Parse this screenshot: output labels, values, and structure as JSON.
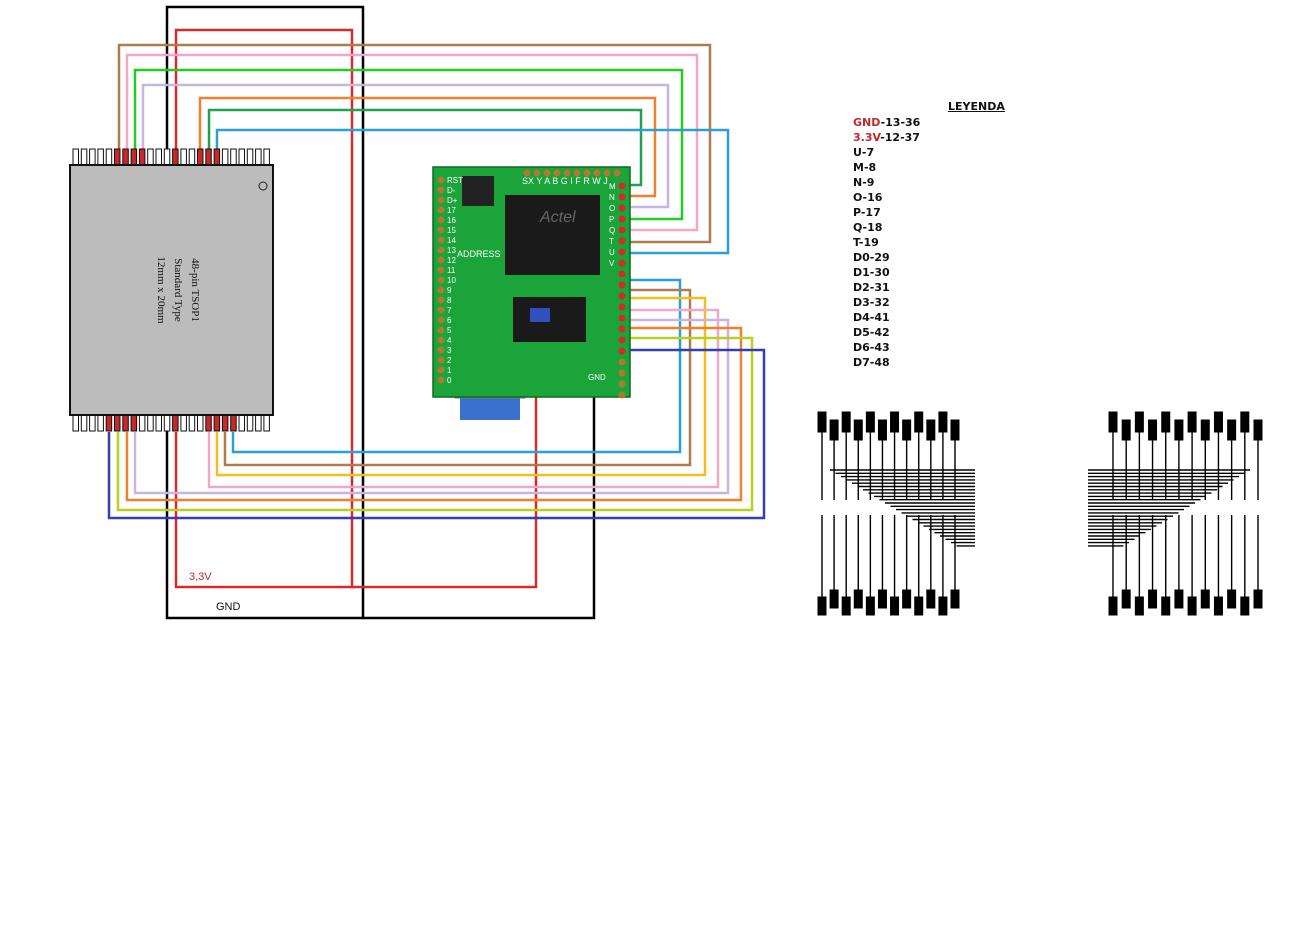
{
  "legend": {
    "title": "LEYENDA",
    "items": [
      {
        "key": "GND",
        "value": "-13-36",
        "key_color": "#c0282d"
      },
      {
        "key": "3.3V",
        "value": "-12-37",
        "key_color": "#c0282d"
      },
      {
        "key": "",
        "value": "U-7"
      },
      {
        "key": "",
        "value": "M-8"
      },
      {
        "key": "",
        "value": "N-9"
      },
      {
        "key": "",
        "value": "O-16"
      },
      {
        "key": "",
        "value": "P-17"
      },
      {
        "key": "",
        "value": "Q-18"
      },
      {
        "key": "",
        "value": "T-19"
      },
      {
        "key": "",
        "value": "D0-29"
      },
      {
        "key": "",
        "value": "D1-30"
      },
      {
        "key": "",
        "value": "D2-31"
      },
      {
        "key": "",
        "value": "D3-32"
      },
      {
        "key": "",
        "value": "D4-41"
      },
      {
        "key": "",
        "value": "D5-42"
      },
      {
        "key": "",
        "value": "D6-43"
      },
      {
        "key": "",
        "value": "D7-48"
      }
    ]
  },
  "chip": {
    "line1": "48-pin TSOP1",
    "line2": "Standard Type",
    "line3": "12mm x 20mm"
  },
  "board": {
    "top_labels": "SX Y A B G I F R W J",
    "right_labels": [
      "M",
      "N",
      "O",
      "P",
      "Q",
      "T",
      "U",
      "V"
    ],
    "left_labels": [
      "RST",
      "D-",
      "D+",
      "17",
      "16",
      "15",
      "14",
      "13",
      "12",
      "11",
      "10",
      "9",
      "8",
      "7",
      "6",
      "5",
      "4",
      "3",
      "2",
      "1",
      "0"
    ],
    "address_label": "ADDRESS",
    "gnd_label": "GND"
  },
  "wire_labels": {
    "power": "3,3V",
    "ground": "GND"
  },
  "colors": {
    "power": "#d42a2a",
    "ground": "#000000",
    "board": "#1aa43a",
    "chip": "#bcbcbc"
  }
}
